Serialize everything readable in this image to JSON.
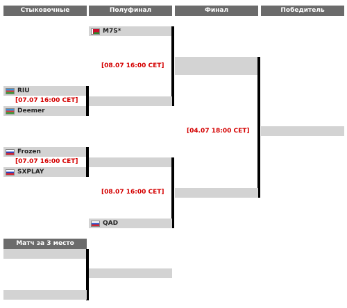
{
  "headers": {
    "qualifier": "Стыковочные",
    "semifinal": "Полуфинал",
    "final": "Финал",
    "winner": "Победитель"
  },
  "third_place": {
    "title": "Матч за 3 место"
  },
  "matches": {
    "sf1_time": "[08.07 16:00 CET]",
    "q1_time": "[07.07 16:00 CET]",
    "final_time": "[04.07 18:00 CET]",
    "q2_time": "[07.07 16:00 CET]",
    "sf2_time": "[08.07 16:00 CET]"
  },
  "teams": {
    "sf1_top": {
      "name": "M7S*",
      "flag": "belarus-flag"
    },
    "q1_top": {
      "name": "RIU",
      "flag": "azerbaijan-flag"
    },
    "q1_bottom": {
      "name": "Deemer",
      "flag": "azerbaijan-flag"
    },
    "q2_top": {
      "name": "Frozen",
      "flag": "russia-flag"
    },
    "q2_bottom": {
      "name": "SXPLAY",
      "flag": "russia-flag"
    },
    "sf2_bottom": {
      "name": "QAD",
      "flag": "russia-flag"
    }
  },
  "colors": {
    "header_bg": "#6b6b6b",
    "slot_bg": "#d3d3d3",
    "time_text": "#d40000",
    "connector": "#000000"
  }
}
